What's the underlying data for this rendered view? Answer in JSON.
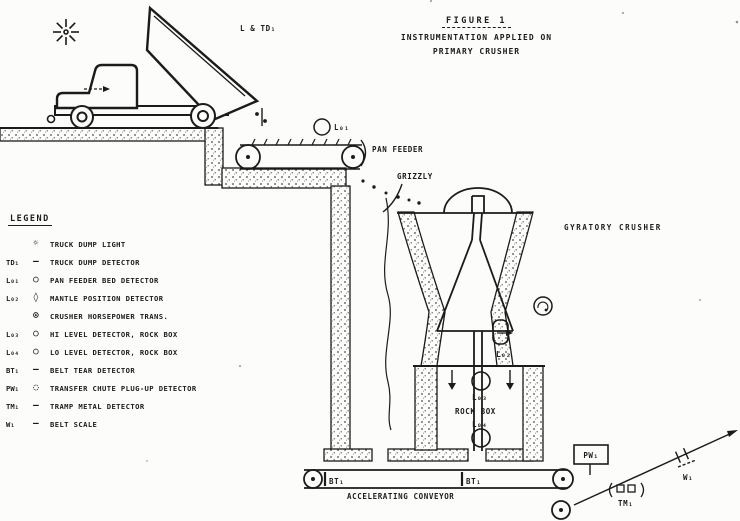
{
  "title": {
    "line1": "FIGURE 1",
    "line2": "INSTRUMENTATION APPLIED ON",
    "line3": "PRIMARY CRUSHER"
  },
  "legend": {
    "heading": "LEGEND",
    "items": [
      {
        "tag": "",
        "sym": "☼",
        "label": "TRUCK DUMP LIGHT"
      },
      {
        "tag": "TD₁",
        "sym": "—",
        "label": "TRUCK DUMP DETECTOR"
      },
      {
        "tag": "L₀₁",
        "sym": "○",
        "label": "PAN FEEDER BED DETECTOR"
      },
      {
        "tag": "L₀₂",
        "sym": "◊",
        "label": "MANTLE POSITION DETECTOR"
      },
      {
        "tag": "",
        "sym": "⊙",
        "label": "CRUSHER HORSEPOWER TRANS."
      },
      {
        "tag": "L₀₃",
        "sym": "○",
        "label": "HI LEVEL DETECTOR, ROCK BOX"
      },
      {
        "tag": "L₀₄",
        "sym": "○",
        "label": "LO LEVEL DETECTOR, ROCK BOX"
      },
      {
        "tag": "BT₁",
        "sym": "—",
        "label": "BELT TEAR DETECTOR"
      },
      {
        "tag": "PW₁",
        "sym": "◌",
        "label": "TRANSFER CHUTE PLUG-UP DETECTOR"
      },
      {
        "tag": "TM₁",
        "sym": "—",
        "label": "TRAMP METAL DETECTOR"
      },
      {
        "tag": "W₁",
        "sym": "—",
        "label": "BELT SCALE"
      }
    ]
  },
  "diagram": {
    "labels": {
      "truck_light_tag": "L & TD₁",
      "l01": "L₀₁",
      "pan_feeder": "PAN FEEDER",
      "grizzly": "GRIZZLY",
      "gyratory_crusher": "GYRATORY CRUSHER",
      "l02": "L₀₂",
      "l03": "L₀₃",
      "rock_box": "ROCK BOX",
      "l04": "L₀₄",
      "bt1_a": "BT₁",
      "bt1_b": "BT₁",
      "accelerating_conveyor": "ACCELERATING CONVEYOR",
      "pw1": "PW₁",
      "tm1": "TM₁",
      "w1": "W₁"
    }
  },
  "colors": {
    "ink": "#1b1b1b",
    "paper": "#fcfcfa"
  }
}
